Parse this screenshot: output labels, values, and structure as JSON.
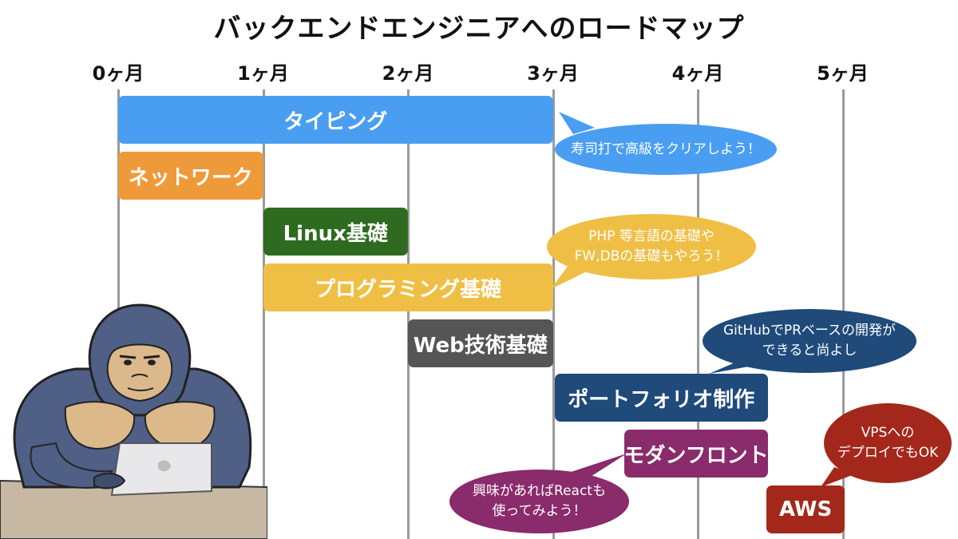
{
  "title": "バックエンドエンジニアへのロードマップ",
  "months": [
    "0ヶ月",
    "1ヶ月",
    "2ヶ月",
    "3ヶ月",
    "4ヶ月",
    "5ヶ月"
  ],
  "bars": [
    {
      "label": "タイピング",
      "start": 0,
      "end": 3,
      "row": 0,
      "color": "#4a9ef2"
    },
    {
      "label": "ネットワーク",
      "start": 0,
      "end": 1,
      "row": 1,
      "color": "#ef9a3a"
    },
    {
      "label": "Linux基礎",
      "start": 1,
      "end": 2,
      "row": 2,
      "color": "#2e6b21"
    },
    {
      "label": "プログラミング基礎",
      "start": 1,
      "end": 3,
      "row": 3,
      "color": "#efbf45"
    },
    {
      "label": "Web技術基礎",
      "start": 2,
      "end": 3,
      "row": 4,
      "color": "#555555"
    },
    {
      "label": "ポートフォリオ制作",
      "start": 3,
      "end": 4.5,
      "row": 5,
      "color": "#1f4a7a"
    },
    {
      "label": "モダンフロント",
      "start": 3.5,
      "end": 4.5,
      "row": 6,
      "color": "#8a2b6b"
    },
    {
      "label": "AWS",
      "start": 4.5,
      "end": 5,
      "row": 7,
      "color": "#a3281b"
    }
  ],
  "callouts": [
    {
      "text": "寿司打で高級をクリアしよう！",
      "color": "#4a9ef2"
    },
    {
      "text": "PHP 等言語の基礎や\nFW,DBの基礎もやろう！",
      "color": "#efbf45"
    },
    {
      "text": "GitHubでPRベースの開発が\nできると尚よし",
      "color": "#1f4a7a"
    },
    {
      "text": "VPSへの\nデプロイでもOK",
      "color": "#a3281b"
    },
    {
      "text": "興味があればReactも\n使ってみよう！",
      "color": "#8a2b6b"
    }
  ],
  "illustration": {
    "icon": "gorilla-at-laptop-icon",
    "body_color": "#4f5f86",
    "chest_color": "#dcb98a",
    "desk_color": "#c7b8a4",
    "laptop_color": "#e8e8ea"
  }
}
